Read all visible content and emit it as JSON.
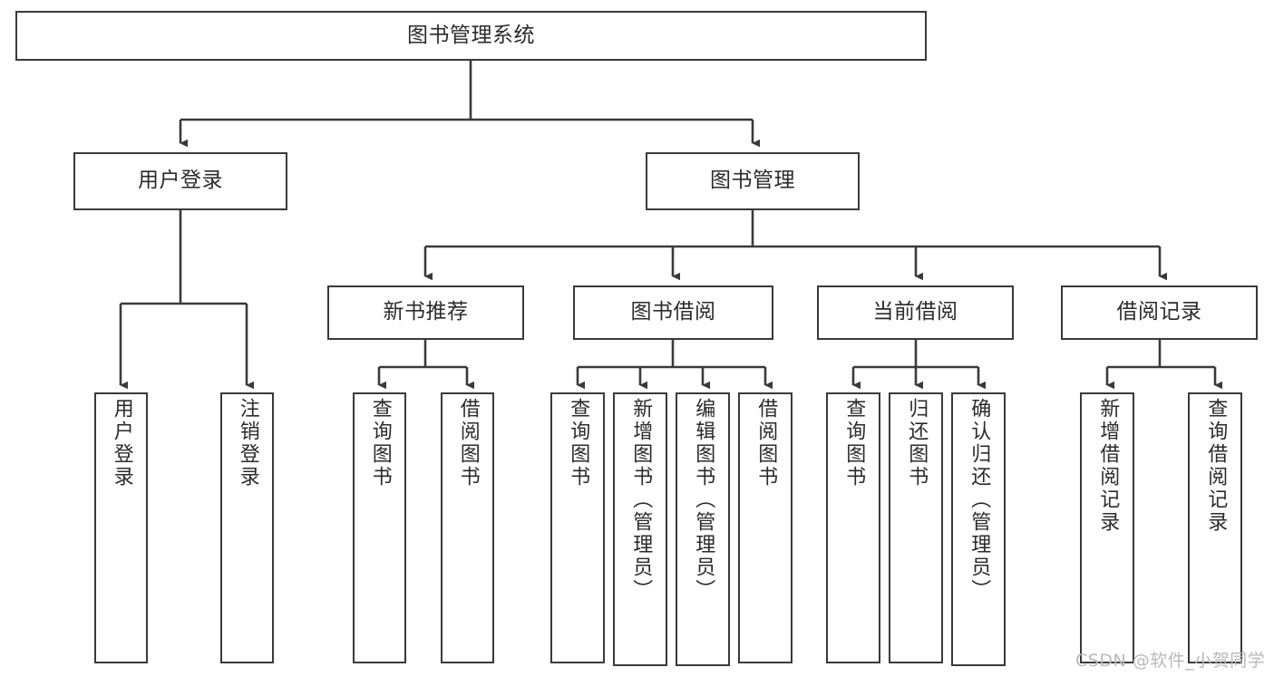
{
  "diagram": {
    "title": "图书管理系统",
    "type": "tree-hierarchy-functional-structure",
    "watermark": "CSDN @软件_小贺同学",
    "stroke_color": "#3a3a3a",
    "background_color": "#ffffff",
    "text_color": "#2b2b2b",
    "nodes": {
      "root": {
        "label": "图书管理系统"
      },
      "level2": [
        {
          "label": "用户登录"
        },
        {
          "label": "图书管理"
        }
      ],
      "level3": [
        {
          "label": "新书推荐"
        },
        {
          "label": "图书借阅"
        },
        {
          "label": "当前借阅"
        },
        {
          "label": "借阅记录"
        }
      ],
      "leaves": {
        "user_login": [
          {
            "label": "用户登录"
          },
          {
            "label": "注销登录"
          }
        ],
        "new_book_recommend": [
          {
            "label": "查询图书"
          },
          {
            "label": "借阅图书"
          }
        ],
        "book_borrow": [
          {
            "label": "查询图书"
          },
          {
            "label": "新增图书（管理员）"
          },
          {
            "label": "编辑图书（管理员）"
          },
          {
            "label": "借阅图书"
          }
        ],
        "current_borrow": [
          {
            "label": "查询图书"
          },
          {
            "label": "归还图书"
          },
          {
            "label": "确认归还（管理员）"
          }
        ],
        "borrow_record": [
          {
            "label": "新增借阅记录"
          },
          {
            "label": "查询借阅记录"
          }
        ]
      }
    }
  }
}
